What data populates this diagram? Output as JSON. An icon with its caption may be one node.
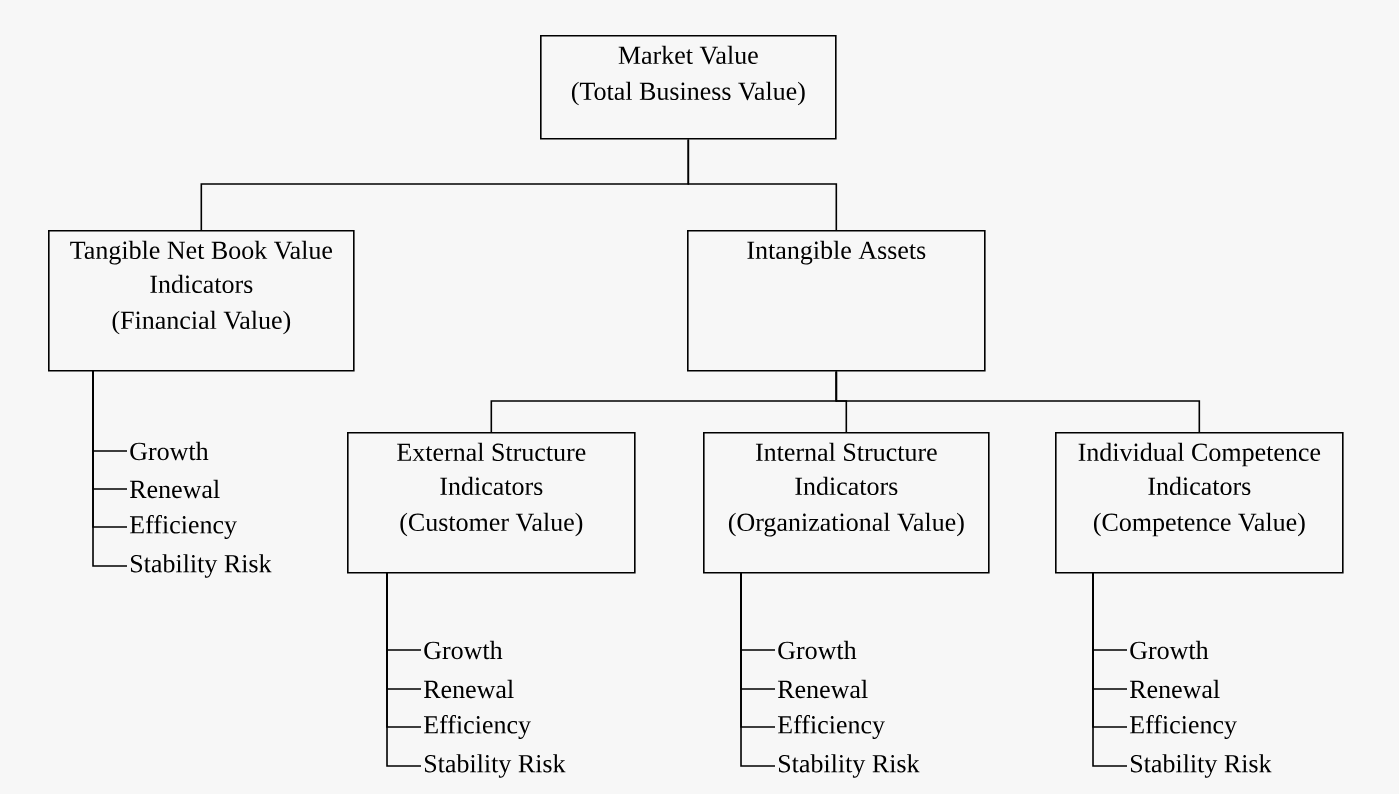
{
  "diagram": {
    "nodes": [
      {
        "text": [
          "Market Value",
          "(Total Business Value)"
        ]
      },
      {
        "text": [
          "Tangible Net Book Value Indicators",
          "(Financial Value)"
        ]
      },
      {
        "text": [
          "Intangible Assets"
        ]
      },
      {
        "text": [
          "External Structure Indicators",
          "(Customer Value)"
        ]
      },
      {
        "text": [
          "Internal Structure Indicators",
          "(Organizational Value)"
        ]
      },
      {
        "text": [
          "Individual Competence Indicators",
          "(Competence Value)"
        ]
      },
      {
        "text": [
          "Growth"
        ]
      },
      {
        "text": [
          "Renewal"
        ]
      },
      {
        "text": [
          "Efficiency"
        ]
      },
      {
        "text": [
          "Stability Risk"
        ]
      },
      {
        "text": [
          "Growth"
        ]
      },
      {
        "text": [
          "Renewal"
        ]
      },
      {
        "text": [
          "Efficiency"
        ]
      },
      {
        "text": [
          "Stability Risk"
        ]
      },
      {
        "text": [
          "Growth"
        ]
      },
      {
        "text": [
          "Renewal"
        ]
      },
      {
        "text": [
          "Efficiency"
        ]
      },
      {
        "text": [
          "Stability Risk"
        ]
      },
      {
        "text": [
          "Growth"
        ]
      },
      {
        "text": [
          "Renewal"
        ]
      },
      {
        "text": [
          "Efficiency"
        ]
      },
      {
        "text": [
          "Stability Risk"
        ]
      }
    ],
    "edges": [
      {
        "from": 0,
        "to": 1,
        "arrow": "none"
      },
      {
        "from": 0,
        "to": 2,
        "arrow": "none"
      },
      {
        "from": 2,
        "to": 3,
        "arrow": "none"
      },
      {
        "from": 2,
        "to": 4,
        "arrow": "none"
      },
      {
        "from": 2,
        "to": 5,
        "arrow": "none"
      },
      {
        "from": 1,
        "to": 6,
        "arrow": "none"
      },
      {
        "from": 1,
        "to": 7,
        "arrow": "none"
      },
      {
        "from": 1,
        "to": 8,
        "arrow": "none"
      },
      {
        "from": 1,
        "to": 9,
        "arrow": "none"
      },
      {
        "from": 3,
        "to": 10,
        "arrow": "none"
      },
      {
        "from": 3,
        "to": 11,
        "arrow": "none"
      },
      {
        "from": 3,
        "to": 12,
        "arrow": "none"
      },
      {
        "from": 3,
        "to": 13,
        "arrow": "none"
      },
      {
        "from": 4,
        "to": 14,
        "arrow": "none"
      },
      {
        "from": 4,
        "to": 15,
        "arrow": "none"
      },
      {
        "from": 4,
        "to": 16,
        "arrow": "none"
      },
      {
        "from": 4,
        "to": 17,
        "arrow": "none"
      },
      {
        "from": 5,
        "to": 18,
        "arrow": "none"
      },
      {
        "from": 5,
        "to": 19,
        "arrow": "none"
      },
      {
        "from": 5,
        "to": 20,
        "arrow": "none"
      },
      {
        "from": 5,
        "to": 21,
        "arrow": "none"
      }
    ]
  }
}
